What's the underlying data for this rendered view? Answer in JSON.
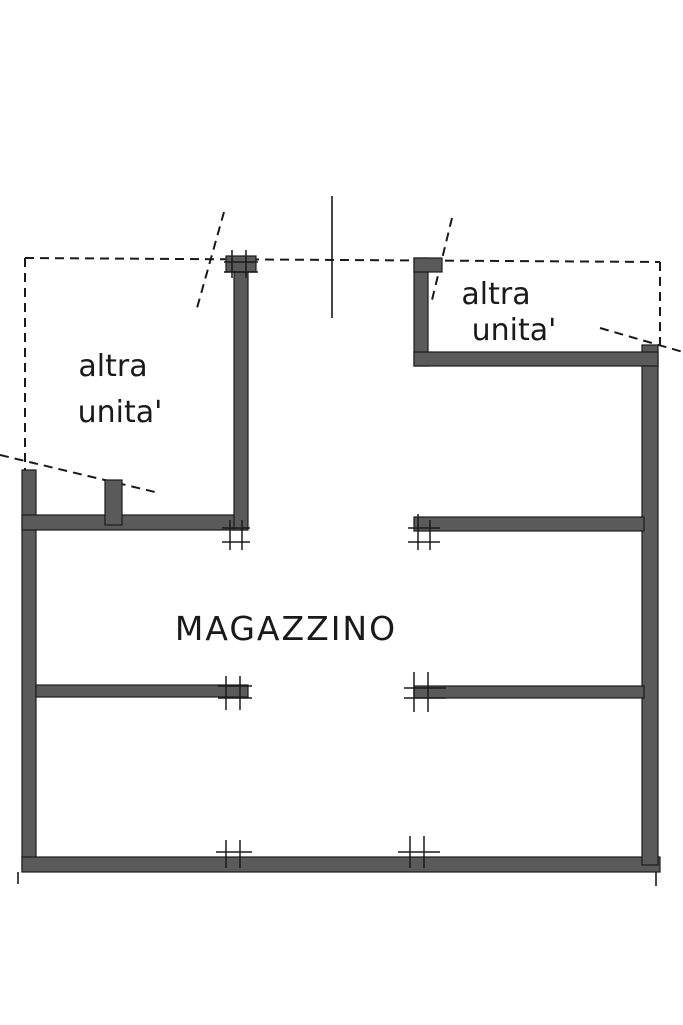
{
  "plan": {
    "main_room": "MAGAZZINO",
    "left_unit": {
      "line1": "altra",
      "line2": "unita'"
    },
    "right_unit": {
      "line1": "altra",
      "line2": "unita'"
    }
  },
  "colors": {
    "wall_fill": "#5a5a5a",
    "line": "#1a1a1a",
    "background": "#ffffff"
  }
}
